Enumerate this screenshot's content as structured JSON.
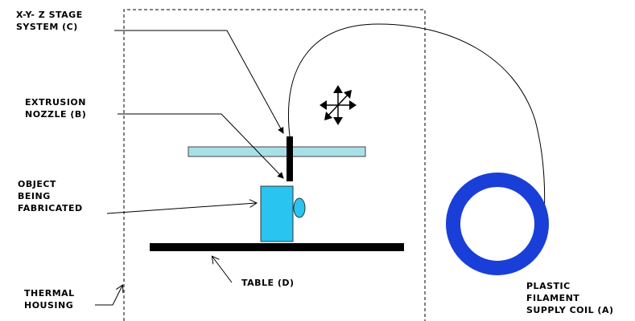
{
  "labels": {
    "stage_system": {
      "line1": "X-Y- Z  STAGE",
      "line2": "SYSTEM (C)"
    },
    "extrusion_nozzle": {
      "line1": "EXTRUSION",
      "line2": "NOZZLE (B)"
    },
    "object": {
      "line1": "OBJECT",
      "line2": "BEING",
      "line3": "FABRICATED"
    },
    "thermal_housing": {
      "line1": "THERMAL",
      "line2": "HOUSING"
    },
    "table": {
      "line1": "TABLE (D)"
    },
    "plastic_filament": {
      "line1": "PLASTIC",
      "line2": "FILAMENT",
      "line3": "SUPPLY COIL (A)"
    }
  },
  "colors": {
    "stage_plate": "#a8e0e8",
    "object": "#29c4f0",
    "coil": "#1a3fd8",
    "ink": "#000000"
  }
}
